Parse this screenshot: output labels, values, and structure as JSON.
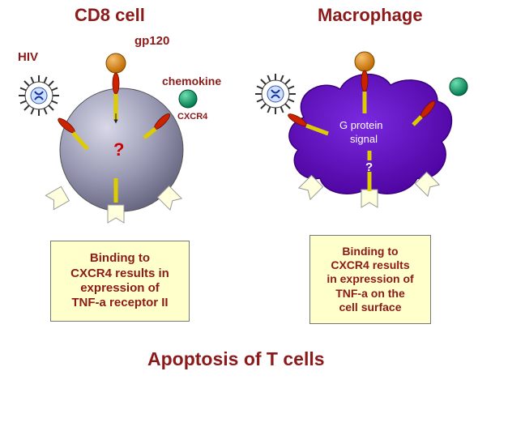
{
  "titles": {
    "left": "CD8 cell",
    "right": "Macrophage",
    "bottom": "Apoptosis of T cells"
  },
  "labels": {
    "hiv": "HIV",
    "gp120": "gp120",
    "chemokine": "chemokine",
    "cxcr4": "CXCR4",
    "question_left": "?",
    "question_right": "?",
    "g_protein_line1": "G protein",
    "g_protein_line2": "signal"
  },
  "boxes": {
    "left_lines": [
      "Binding to",
      "CXCR4 results in",
      "expression of",
      "TNF-a receptor II"
    ],
    "right_lines": [
      "Binding to",
      "CXCR4 results",
      "in expression of",
      "TNF-a on the",
      "cell surface"
    ]
  },
  "colors": {
    "title": "#8b1a1a",
    "label": "#8b1a1a",
    "box_fill": "#ffffcc",
    "cd8_cell": "#8c8ca6",
    "macrophage": "#5a00b4",
    "gp120": "#d98a1a",
    "chemokine": "#00a070",
    "receptor": "#cc2200",
    "signal_arrow": "#ddcc00"
  }
}
